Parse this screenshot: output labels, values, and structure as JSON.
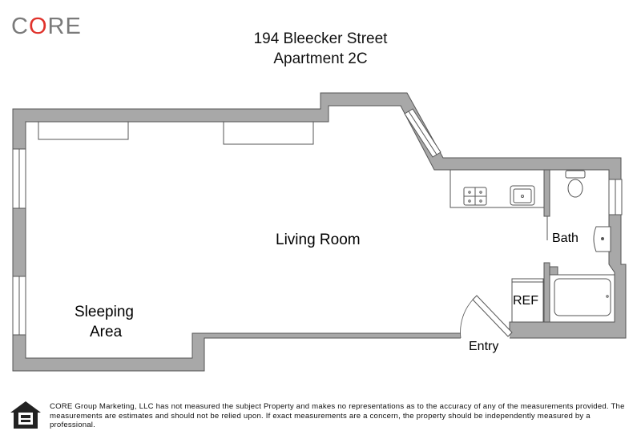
{
  "brand": {
    "logo_text_1": "C",
    "logo_text_o": "O",
    "logo_text_2": "RE",
    "accent": "#e0322b"
  },
  "header": {
    "address": "194 Bleecker Street",
    "unit": "Apartment 2C"
  },
  "rooms": {
    "living": "Living Room",
    "sleeping_1": "Sleeping",
    "sleeping_2": "Area",
    "bath": "Bath",
    "ref": "REF",
    "entry": "Entry"
  },
  "footer": {
    "icon": "equal-housing-icon",
    "disclaimer": "CORE Group Marketing, LLC has not measured the subject Property and makes no representations as to the accuracy of any of the measurements provided. The measurements are estimates and should not be relied upon. If exact measurements are a concern, the property should be independently measured by a professional."
  },
  "colors": {
    "wall": "#a8a8a8",
    "line": "#555555"
  }
}
